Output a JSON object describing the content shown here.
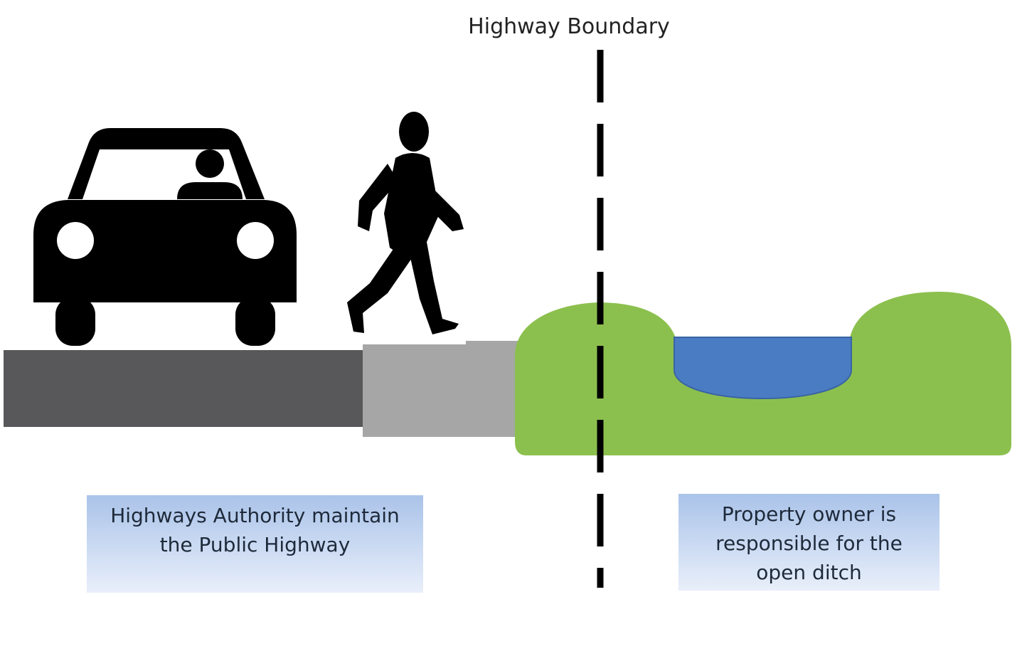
{
  "boundary_label": "Highway Boundary",
  "left_box": {
    "lines": [
      "Highways Authority maintain",
      "the Public Highway"
    ]
  },
  "right_box": {
    "lines": [
      "Property owner is",
      "responsible  for the",
      "open ditch"
    ]
  },
  "colors": {
    "road": "#58585a",
    "footway": "#a6a6a6",
    "verge": "#8cc04e",
    "water": "#4a7cc4",
    "silhouette": "#000000",
    "boundary_line": "#000000"
  }
}
